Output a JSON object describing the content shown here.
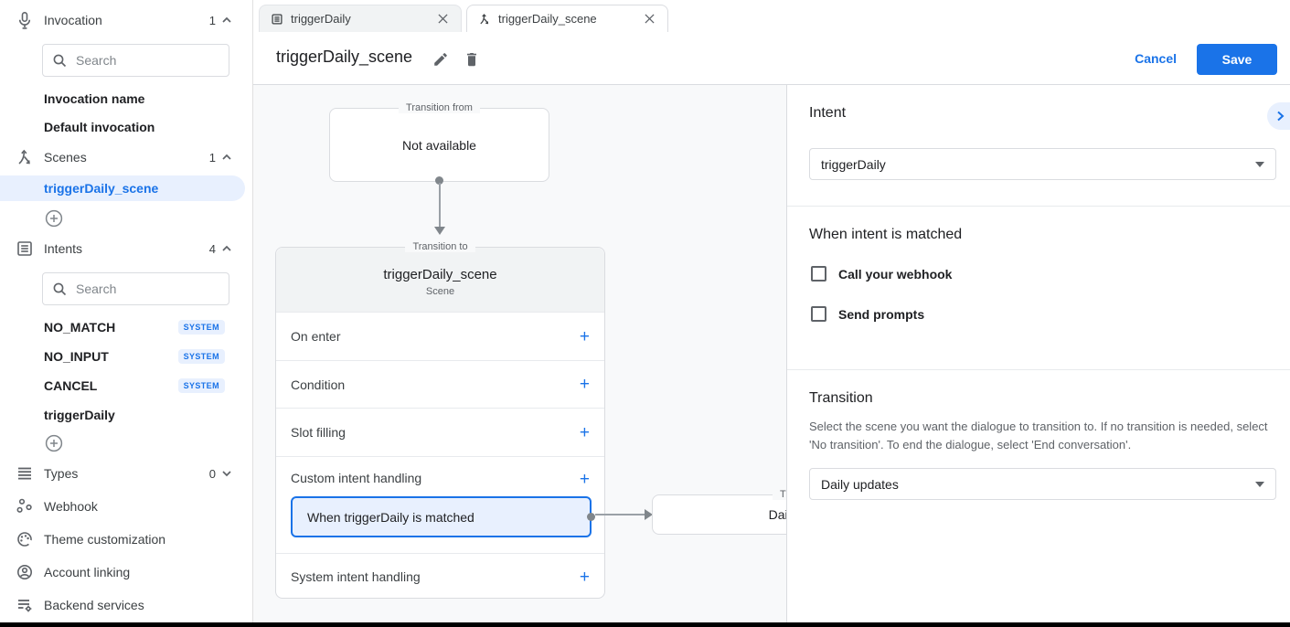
{
  "colors": {
    "accent": "#1a73e8",
    "accent_light": "#e8f0fe"
  },
  "sidebar": {
    "search_placeholder": "Search",
    "invocation": {
      "label": "Invocation",
      "count": "1",
      "items": [
        {
          "label": "Invocation name"
        },
        {
          "label": "Default invocation"
        }
      ]
    },
    "scenes": {
      "label": "Scenes",
      "count": "1",
      "items": [
        {
          "label": "triggerDaily_scene"
        }
      ]
    },
    "intents": {
      "label": "Intents",
      "count": "4",
      "items": [
        {
          "label": "NO_MATCH",
          "badge": "SYSTEM"
        },
        {
          "label": "NO_INPUT",
          "badge": "SYSTEM"
        },
        {
          "label": "CANCEL",
          "badge": "SYSTEM"
        },
        {
          "label": "triggerDaily",
          "badge": ""
        }
      ]
    },
    "types": {
      "label": "Types",
      "count": "0"
    },
    "links": [
      {
        "label": "Webhook"
      },
      {
        "label": "Theme customization"
      },
      {
        "label": "Account linking"
      },
      {
        "label": "Backend services"
      }
    ]
  },
  "tabs": [
    {
      "label": "triggerDaily"
    },
    {
      "label": "triggerDaily_scene"
    }
  ],
  "header": {
    "title": "triggerDaily_scene",
    "cancel": "Cancel",
    "save": "Save"
  },
  "canvas": {
    "from_box": {
      "legend": "Transition from",
      "text": "Not available"
    },
    "scene_card": {
      "legend": "Transition to",
      "title": "triggerDaily_scene",
      "subtitle": "Scene",
      "add_symbol": "+",
      "rows": [
        {
          "label": "On enter"
        },
        {
          "label": "Condition"
        },
        {
          "label": "Slot filling"
        },
        {
          "label": "Custom intent handling"
        },
        {
          "label": "System intent handling"
        }
      ],
      "handler": {
        "label": "When triggerDaily is matched"
      }
    },
    "target_box": {
      "legend": "Transition to",
      "text": "Daily updates"
    }
  },
  "panel": {
    "intent_heading": "Intent",
    "intent_value": "triggerDaily",
    "matched_heading": "When intent is matched",
    "checkboxes": [
      {
        "label": "Call your webhook"
      },
      {
        "label": "Send prompts"
      }
    ],
    "transition_heading": "Transition",
    "transition_description": "Select the scene you want the dialogue to transition to. If no transition is needed, select 'No transition'. To end the dialogue, select 'End conversation'.",
    "transition_value": "Daily updates"
  }
}
